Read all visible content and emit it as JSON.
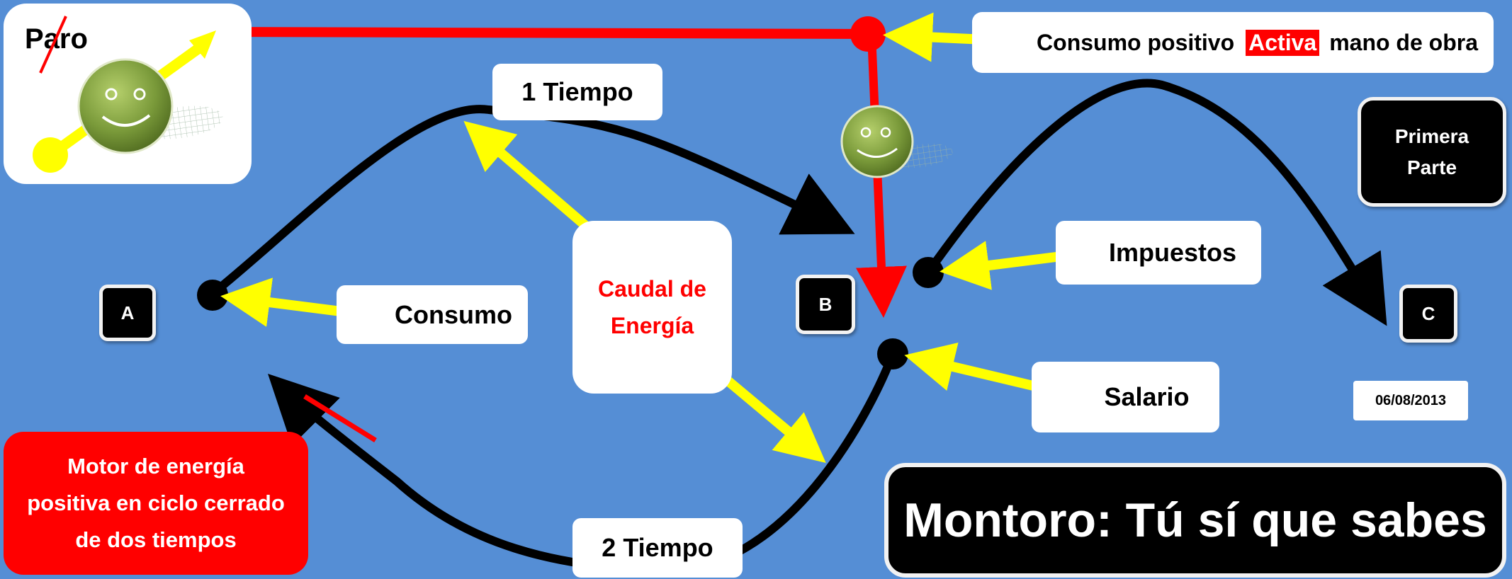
{
  "paro_panel": {
    "label": "Paro"
  },
  "consumo_positivo": {
    "before": "Consumo positivo",
    "highlight": "Activa",
    "after": "mano de obra"
  },
  "tiempo_1": "1 Tiempo",
  "tiempo_2": "2 Tiempo",
  "caudal": {
    "line1": "Caudal de",
    "line2": "Energía"
  },
  "labels": {
    "consumo": "Consumo",
    "impuestos": "Impuestos",
    "salario": "Salario"
  },
  "points": {
    "a": "A",
    "b": "B",
    "c": "C"
  },
  "primera_parte": {
    "line1": "Primera",
    "line2": "Parte"
  },
  "date": "06/08/2013",
  "motor": {
    "line1": "Motor de energía",
    "line2": "positiva en ciclo cerrado",
    "line3": "de dos tiempos"
  },
  "banner": "Montoro: Tú sí que sabes",
  "colors": {
    "background": "#558ed5",
    "arrow_yellow": "#ffff00",
    "flow_red": "#ff0000",
    "cycle_black": "#000000",
    "smiley_green": "#6b8a2f"
  },
  "icons": [
    "smiley-face-icon"
  ]
}
